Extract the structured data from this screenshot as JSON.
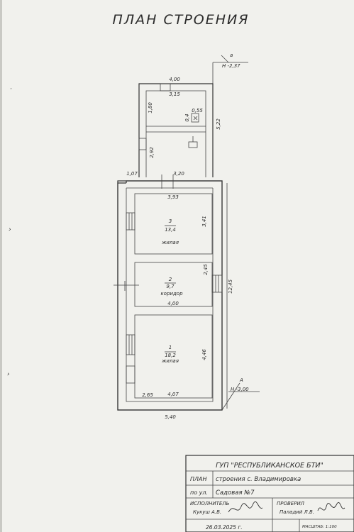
{
  "title": "ПЛАН СТРОЕНИЯ",
  "marks": {
    "top_letter": "а",
    "top_height": "Н -2,37",
    "bottom_letter": "А",
    "bottom_height": "Н -3,00"
  },
  "dimensions": {
    "top_width": "4,00",
    "annex_inner_width": "3,15",
    "annex_left_upper": "1,80",
    "small_a": "0,4",
    "small_b": "0,55",
    "annex_right": "5,22",
    "annex_left_lower": "2,92",
    "step_left": "1,07",
    "step_top": "3,20",
    "room3_width": "3,93",
    "room3_height": "3,41",
    "room2_height": "2,45",
    "room2_width": "4,00",
    "overall_height": "12,45",
    "room1_height": "4,46",
    "room1_corner": "2,65",
    "room1_width": "4,07",
    "bottom_width": "5,40"
  },
  "rooms": [
    {
      "number": "3",
      "area": "13,4",
      "type": "жилая"
    },
    {
      "number": "2",
      "area": "9,7",
      "type": "коридор"
    },
    {
      "number": "1",
      "area": "18,2",
      "type": "жилая"
    }
  ],
  "stamp": {
    "org": "ГУП \"РЕСПУБЛИКАНСКОЕ БТИ\"",
    "plan_label": "ПЛАН",
    "plan_value": "строения   с. Владимировка",
    "street_label": "по ул.",
    "street_value": "Садовая №7",
    "executor_label": "ИСПОЛНИТЕЛЬ",
    "executor_name": "Кукуш А.В.",
    "checked_label": "ПРОВЕРИЛ",
    "checked_name": "Паладий Л.В.",
    "date": "26.03.2025 г.",
    "scale": "МАСШТАБ: 1:100"
  }
}
